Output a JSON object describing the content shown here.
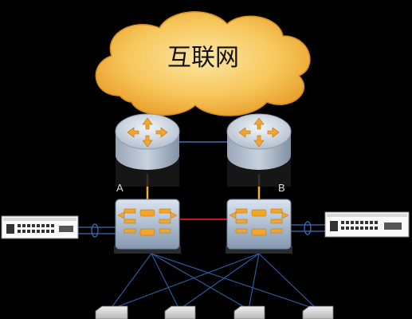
{
  "cloud": {
    "label": "互联网"
  },
  "routers": [
    {
      "id": "router-a",
      "label": "A"
    },
    {
      "id": "router-b",
      "label": "B"
    }
  ],
  "colors": {
    "background": "#000000",
    "cloud_fill": "#f6c65a",
    "router_top": "#d7dfe9",
    "router_side": "#8696ab",
    "switch_body": "#9fb2c8",
    "arrow": "#f2a62a",
    "router_switch_link": "#f2b133",
    "router_router_link": "#3a6fb8",
    "switch_switch_link": "#c21818",
    "access_link": "#2f5faa"
  },
  "icons": [
    "cloud-icon",
    "router-icon",
    "core-switch-icon",
    "rack-switch-icon",
    "access-switch-icon"
  ]
}
